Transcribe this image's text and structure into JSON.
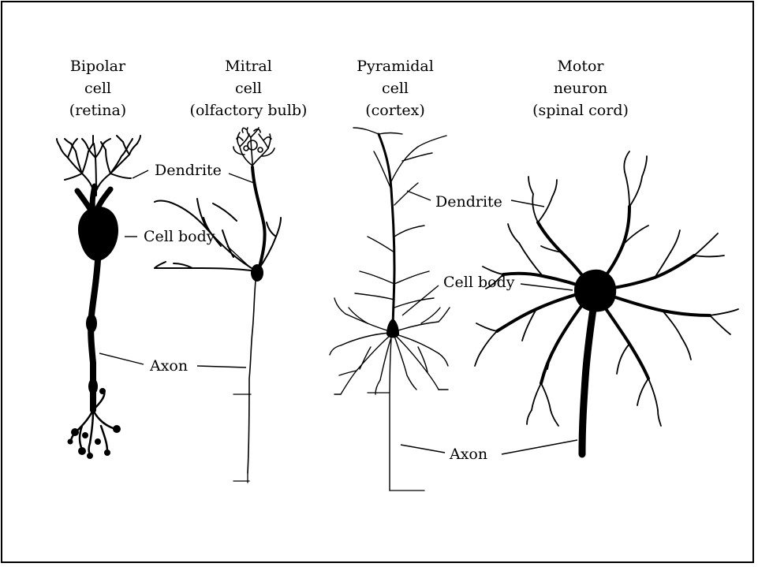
{
  "cells": [
    {
      "id": "bipolar",
      "title_lines": [
        "Bipolar",
        "cell",
        "(retina)"
      ]
    },
    {
      "id": "mitral",
      "title_lines": [
        "Mitral",
        "cell",
        "(olfactory bulb)"
      ]
    },
    {
      "id": "pyramidal",
      "title_lines": [
        "Pyramidal",
        "cell",
        "(cortex)"
      ]
    },
    {
      "id": "motor",
      "title_lines": [
        "Motor",
        "neuron",
        "(spinal cord)"
      ]
    }
  ],
  "labels": {
    "bipolar_dendrite": "Dendrite",
    "bipolar_cell_body": "Cell body",
    "mitral_axon": "Axon",
    "pyramidal_dendrite": "Dendrite",
    "pyramidal_cell_body": "Cell body",
    "pyramidal_axon": "Axon"
  },
  "colors": {
    "ink": "#000000",
    "background": "#ffffff"
  }
}
